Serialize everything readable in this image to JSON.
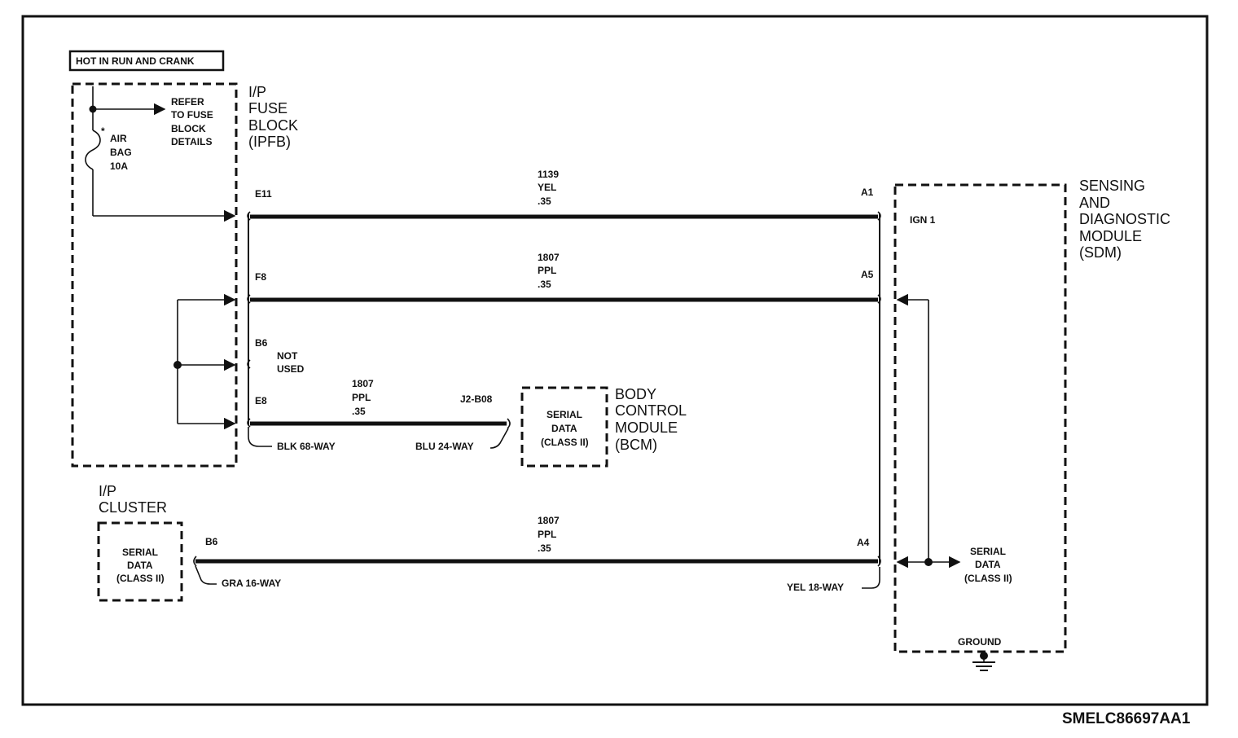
{
  "hot_label": "HOT IN RUN AND CRANK",
  "fuse_block": {
    "title_lines": [
      "I/P",
      "FUSE",
      "BLOCK",
      "(IPFB)"
    ],
    "refer_lines": [
      "REFER",
      "TO FUSE",
      "BLOCK",
      "DETAILS"
    ],
    "fuse_lines": [
      "AIR",
      "BAG",
      "10A"
    ],
    "pins": {
      "e11": "E11",
      "f8": "F8",
      "b6": "B6",
      "e8": "E8"
    },
    "not_used_lines": [
      "NOT",
      "USED"
    ],
    "connector": "BLK 68-WAY"
  },
  "wires": {
    "ign": [
      "1139",
      "YEL",
      ".35"
    ],
    "ppl_top": [
      "1807",
      "PPL",
      ".35"
    ],
    "ppl_bcm": [
      "1807",
      "PPL",
      ".35"
    ],
    "ppl_cluster": [
      "1807",
      "PPL",
      ".35"
    ]
  },
  "bcm": {
    "title_lines": [
      "BODY",
      "CONTROL",
      "MODULE",
      "(BCM)"
    ],
    "pin": "J2-B08",
    "connector": "BLU 24-WAY",
    "serial_lines": [
      "SERIAL",
      "DATA",
      "(CLASS II)"
    ]
  },
  "cluster": {
    "title_lines": [
      "I/P",
      "CLUSTER"
    ],
    "pin": "B6",
    "connector": "GRA 16-WAY",
    "serial_lines": [
      "SERIAL",
      "DATA",
      "(CLASS II)"
    ]
  },
  "sdm": {
    "title_lines": [
      "SENSING",
      "AND",
      "DIAGNOSTIC",
      "MODULE",
      "(SDM)"
    ],
    "pins": {
      "a1": "A1",
      "a5": "A5",
      "a4": "A4"
    },
    "ign_label": "IGN 1",
    "serial_lines": [
      "SERIAL",
      "DATA",
      "(CLASS II)"
    ],
    "ground_label": "GROUND",
    "connector": "YEL 18-WAY"
  },
  "figure_code": "SMELC86697AA1"
}
